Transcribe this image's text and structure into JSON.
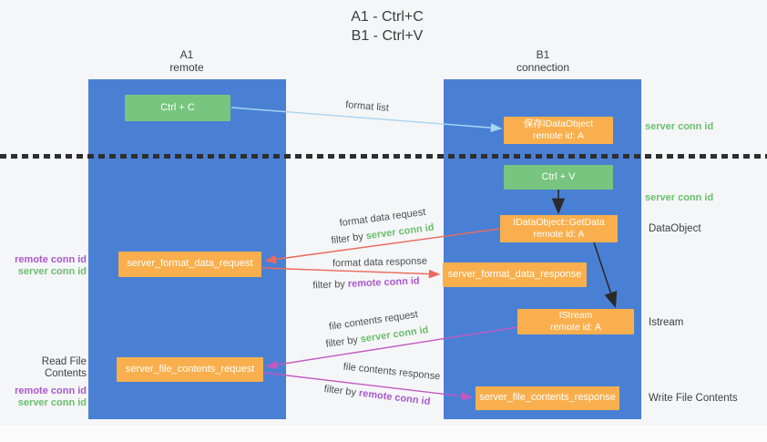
{
  "title": {
    "line1": "A1 - Ctrl+C",
    "line2": "B1 - Ctrl+V"
  },
  "columns": {
    "left": {
      "id": "A1",
      "subtitle": "remote"
    },
    "right": {
      "id": "B1",
      "subtitle": "connection"
    }
  },
  "nodes": {
    "ctrl_c": "Ctrl + C",
    "ctrl_v": "Ctrl + V",
    "save_idataobject": {
      "line1": "保存IDataObject",
      "line2": "remote id: A"
    },
    "getdata": {
      "line1": "IDataObject::GetData",
      "line2": "remote id: A"
    },
    "istream": {
      "line1": "IStream",
      "line2": "remote id: A"
    },
    "format_request": "server_format_data_request",
    "format_response": "server_format_data_response",
    "file_request": "server_file_contents_request",
    "file_response": "server_file_contents_response"
  },
  "edges": {
    "format_list": {
      "label": "format list"
    },
    "format_request": {
      "label": "format data request",
      "filter_prefix": "filter by ",
      "filter_key": "server conn id"
    },
    "format_response": {
      "label": "format data response",
      "filter_prefix": "filter by ",
      "filter_key": "remote conn id"
    },
    "file_request": {
      "label": "file contents request",
      "filter_prefix": "filter by ",
      "filter_key": "server conn id"
    },
    "file_response": {
      "label": "file contents response",
      "filter_prefix": "filter by ",
      "filter_key": "remote conn id"
    }
  },
  "left_annotations": {
    "format_request": {
      "remote": "remote conn id",
      "server": "server conn id"
    },
    "file_request": {
      "title": "Read File Contents",
      "remote": "remote conn id",
      "server": "server conn id"
    }
  },
  "right_annotations": {
    "server_conn_id_top": "server conn id",
    "server_conn_id_mid": "server conn id",
    "dataobject": "DataObject",
    "istream": "Istream",
    "write_file_contents": "Write File Contents"
  },
  "colors": {
    "column_blue": "#4a80d4",
    "box_green": "#77c57e",
    "box_orange": "#f9af4d",
    "arrow_blue": "#a9d5f2",
    "arrow_red": "#eb6a5e",
    "arrow_magenta": "#c05ac0",
    "arrow_black": "#2a2a2a",
    "text_green": "#6abf6d",
    "text_purple": "#a958ce"
  }
}
